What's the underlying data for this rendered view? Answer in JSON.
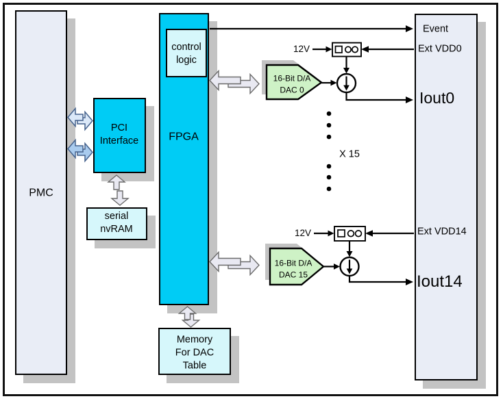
{
  "diagram": {
    "type": "hardware-block-diagram",
    "blocks": {
      "pmc": {
        "label": "PMC"
      },
      "pci": {
        "label": "PCI\nInterface"
      },
      "fpga": {
        "label": "FPGA"
      },
      "control_logic": {
        "label": "control\nlogic"
      },
      "serial_nvram": {
        "label": "serial\nnvRAM"
      },
      "dac_memory": {
        "label": "Memory\nFor DAC\nTable"
      },
      "dac0": {
        "label": "16-Bit D/A\nDAC 0"
      },
      "dac15": {
        "label": "16-Bit D/A\nDAC 15"
      },
      "io_connector": {
        "pins": {
          "event": "Event",
          "ext_vdd0": "Ext VDD0",
          "iout0": "Iout0",
          "ext_vdd14": "Ext VDD14",
          "iout14": "Iout14"
        }
      }
    },
    "annotations": {
      "multiplier": "X 15",
      "supply0": "12V",
      "supply14": "12V"
    },
    "colors": {
      "cyan_block": "#00ccf5",
      "pale_cyan_block": "#d6f7fb",
      "lavender_block": "#e9edf6",
      "dac_green": "#cef2c6",
      "shadow_gray": "#c3c3c3",
      "arrow_blue_light": "#dbe8f8",
      "arrow_blue": "#a9cbee",
      "arrow_lavender": "#e9e9f2",
      "wire": "#000000"
    }
  }
}
